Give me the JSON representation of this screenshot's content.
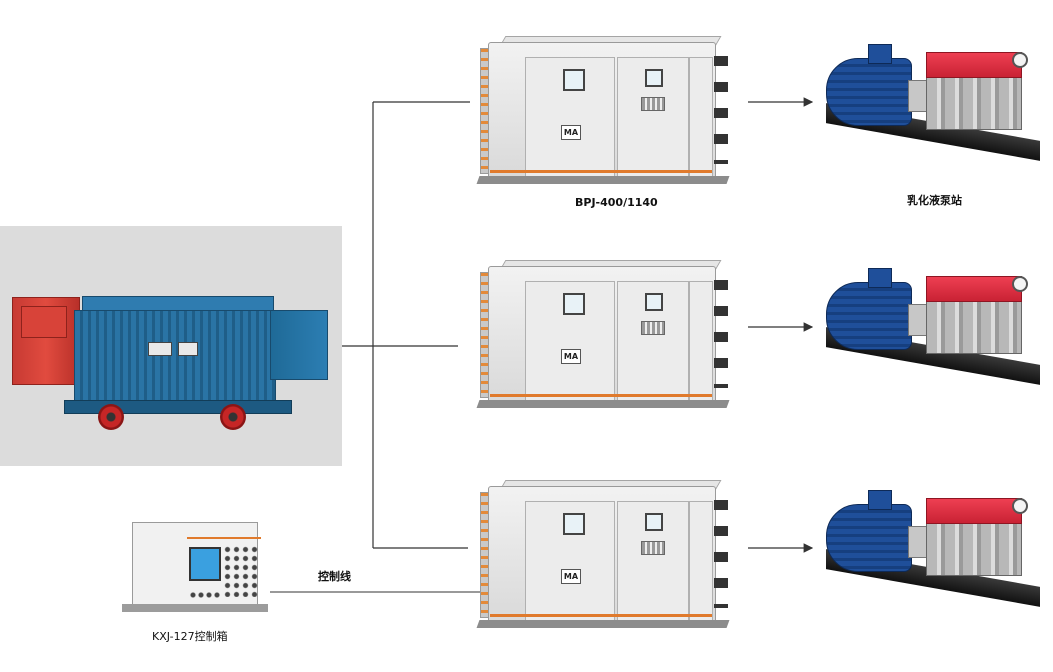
{
  "labels": {
    "switch_model": "BPJ-400/1140",
    "pump_station": "乳化液泵站",
    "control_box": "KXJ-127控制箱",
    "control_line": "控制线"
  },
  "equipment": {
    "transformer_plate_1": "",
    "cabinet_badge": "MA"
  },
  "colors": {
    "wire": "#333333",
    "transformer_blue": "#2a74a5",
    "transformer_red": "#d84339",
    "pump_motor_blue": "#1f4f9a",
    "pump_tank_red": "#e02f44",
    "cabinet_accent": "#e07a2c"
  }
}
